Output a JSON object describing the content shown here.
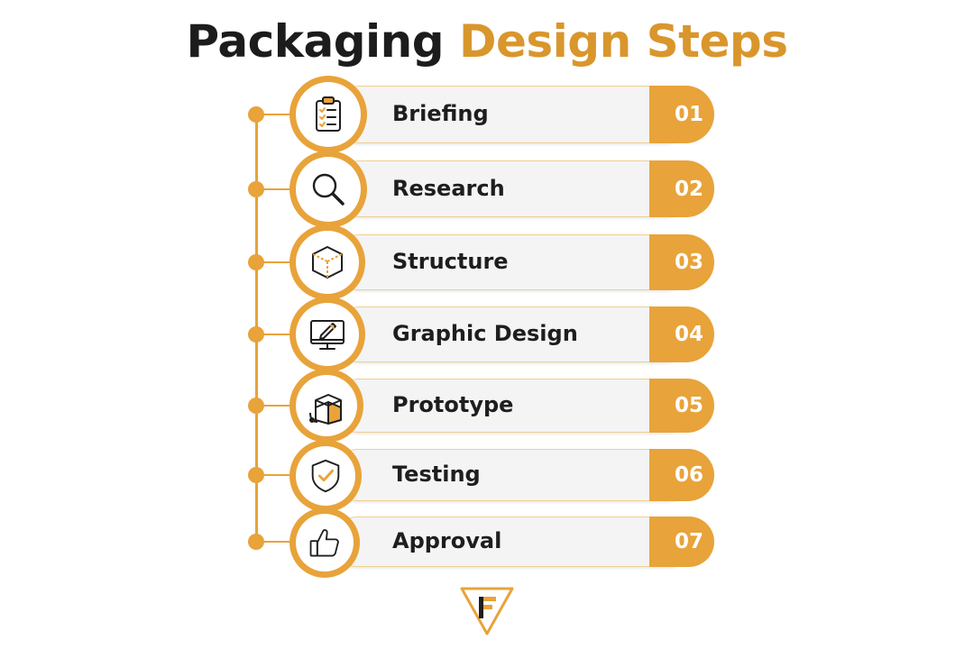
{
  "header": {
    "title_part1": "Packaging",
    "title_part2": "Design Steps"
  },
  "colors": {
    "accent": "#e8a33a",
    "title_accent": "#d9962c",
    "text_dark": "#1e1e1e",
    "pill_bg": "#f4f4f4"
  },
  "steps": [
    {
      "label": "Briefing",
      "number": "01",
      "icon": "clipboard-checklist-icon"
    },
    {
      "label": "Research",
      "number": "02",
      "icon": "magnifier-icon"
    },
    {
      "label": "Structure",
      "number": "03",
      "icon": "cube-structure-icon"
    },
    {
      "label": "Graphic Design",
      "number": "04",
      "icon": "monitor-pen-icon"
    },
    {
      "label": "Prototype",
      "number": "05",
      "icon": "box-prototype-icon"
    },
    {
      "label": "Testing",
      "number": "06",
      "icon": "shield-check-icon"
    },
    {
      "label": "Approval",
      "number": "07",
      "icon": "thumbs-up-icon"
    }
  ],
  "footer": {
    "logo_icon": "brand-triangle-logo-icon"
  }
}
